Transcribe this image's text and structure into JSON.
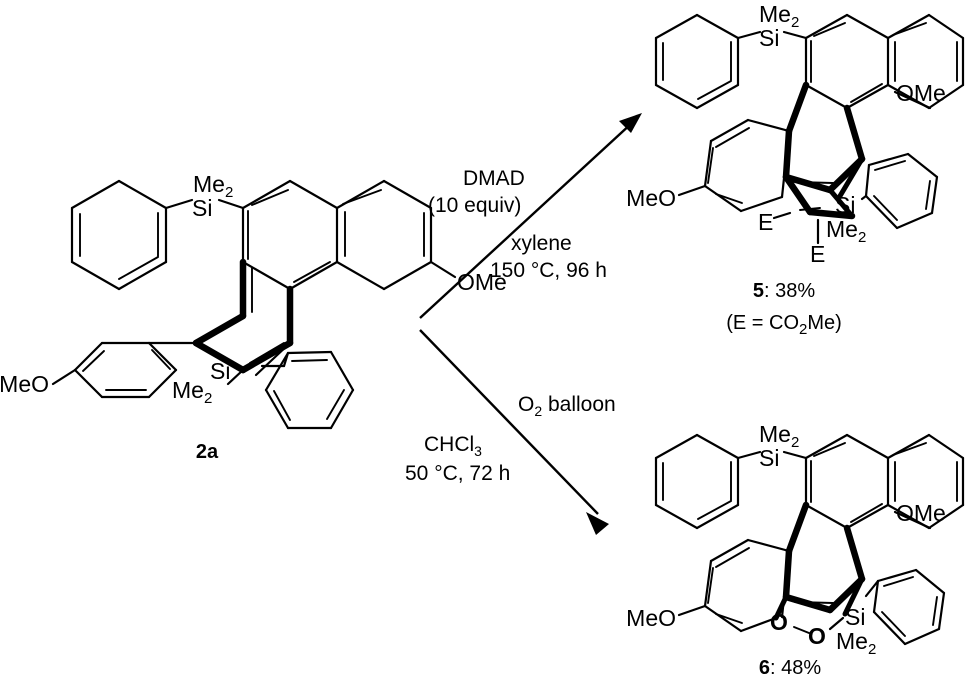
{
  "scheme": {
    "title": "Reaction scheme of compound 2a with DMAD and with O2",
    "background_color": "#ffffff",
    "line_color": "#000000"
  },
  "reactant": {
    "label": "2a",
    "label_bold": true,
    "atom_labels": {
      "si_top": "Si",
      "me2_top": "Me",
      "me2_top_sub": "2",
      "si_bottom": "Si",
      "me2_bottom": "Me",
      "me2_bottom_sub": "2",
      "ome_right": "OMe",
      "meo_left": "MeO"
    }
  },
  "arrows": [
    {
      "name": "arrow-to-product-5",
      "direction": "up-right",
      "conditions_above": [
        "DMAD",
        "(10 equiv)"
      ],
      "conditions_below": [
        "xylene",
        "150 °C, 96 h"
      ]
    },
    {
      "name": "arrow-to-product-6",
      "direction": "down-right",
      "conditions_above": [
        "O2 balloon"
      ],
      "conditions_above_parts": {
        "main": "O",
        "sub": "2",
        "tail": " balloon"
      },
      "conditions_below": [
        "CHCl3",
        "50 °C, 72 h"
      ],
      "conditions_below_parts": {
        "main": "CHCl",
        "sub": "3"
      }
    }
  ],
  "product_5": {
    "number": "5",
    "separator": ": ",
    "yield": "38%",
    "footnote": "(E = CO2Me)",
    "footnote_parts": {
      "pre": "(E = CO",
      "sub": "2",
      "post": "Me)"
    },
    "atom_labels": {
      "si_top": "Si",
      "me2_top": "Me",
      "me2_top_sub": "2",
      "si_bottom": "Si",
      "me2_bottom": "Me",
      "me2_bottom_sub": "2",
      "ome_right": "OMe",
      "meo_left": "MeO",
      "ester_1": "E",
      "ester_2": "E"
    }
  },
  "product_6": {
    "number": "6",
    "separator": ": ",
    "yield": "48%",
    "atom_labels": {
      "si_top": "Si",
      "me2_top": "Me",
      "me2_top_sub": "2",
      "si_bottom": "Si",
      "me2_bottom": "Me",
      "me2_bottom_sub": "2",
      "ome_right": "OMe",
      "meo_left": "MeO",
      "peroxide_o1": "O",
      "peroxide_o2": "O"
    }
  }
}
